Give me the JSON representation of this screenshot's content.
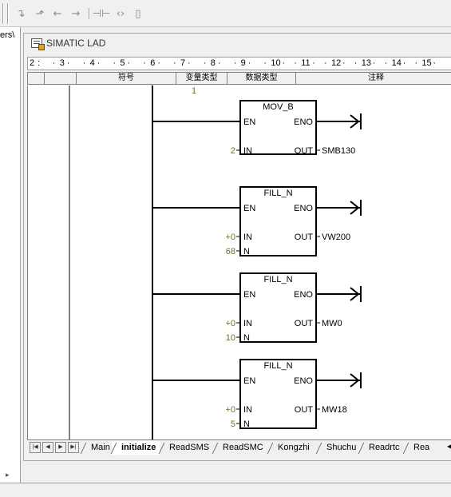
{
  "left_panel": {
    "path_text": "ers\\",
    "arrow": "▸"
  },
  "window": {
    "title": "SIMATIC LAD"
  },
  "ruler": {
    "labels": [
      "2",
      "3",
      "4",
      "5",
      "6",
      "7",
      "8",
      "9",
      "10",
      "11",
      "12",
      "13",
      "14",
      "15"
    ]
  },
  "columns": {
    "symbol": "符号",
    "var_type": "变量类型",
    "data_type": "数据类型",
    "comment": "注释"
  },
  "network": {
    "number": "1",
    "blocks": [
      {
        "name": "MOV_B",
        "en": "EN",
        "eno": "ENO",
        "inputs": [
          {
            "pin": "IN",
            "value": "2"
          }
        ],
        "output": {
          "pin": "OUT",
          "value": "SMB130"
        }
      },
      {
        "name": "FILL_N",
        "en": "EN",
        "eno": "ENO",
        "inputs": [
          {
            "pin": "IN",
            "value": "+0"
          },
          {
            "pin": "N",
            "value": "68"
          }
        ],
        "output": {
          "pin": "OUT",
          "value": "VW200"
        }
      },
      {
        "name": "FILL_N",
        "en": "EN",
        "eno": "ENO",
        "inputs": [
          {
            "pin": "IN",
            "value": "+0"
          },
          {
            "pin": "N",
            "value": "10"
          }
        ],
        "output": {
          "pin": "OUT",
          "value": "MW0"
        }
      },
      {
        "name": "FILL_N",
        "en": "EN",
        "eno": "ENO",
        "inputs": [
          {
            "pin": "IN",
            "value": "+0"
          },
          {
            "pin": "N",
            "value": "5"
          }
        ],
        "output": {
          "pin": "OUT",
          "value": "MW18"
        }
      }
    ]
  },
  "tabs": {
    "items": [
      "Main",
      "initialize",
      "ReadSMS",
      "ReadSMC",
      "Kongzhi",
      "Shuchu",
      "Readrtc",
      "Rea"
    ],
    "active": "initialize"
  },
  "colors": {
    "wire": "#000000",
    "operand": "#7b6a1e",
    "network_number": "#7b6a1e"
  }
}
